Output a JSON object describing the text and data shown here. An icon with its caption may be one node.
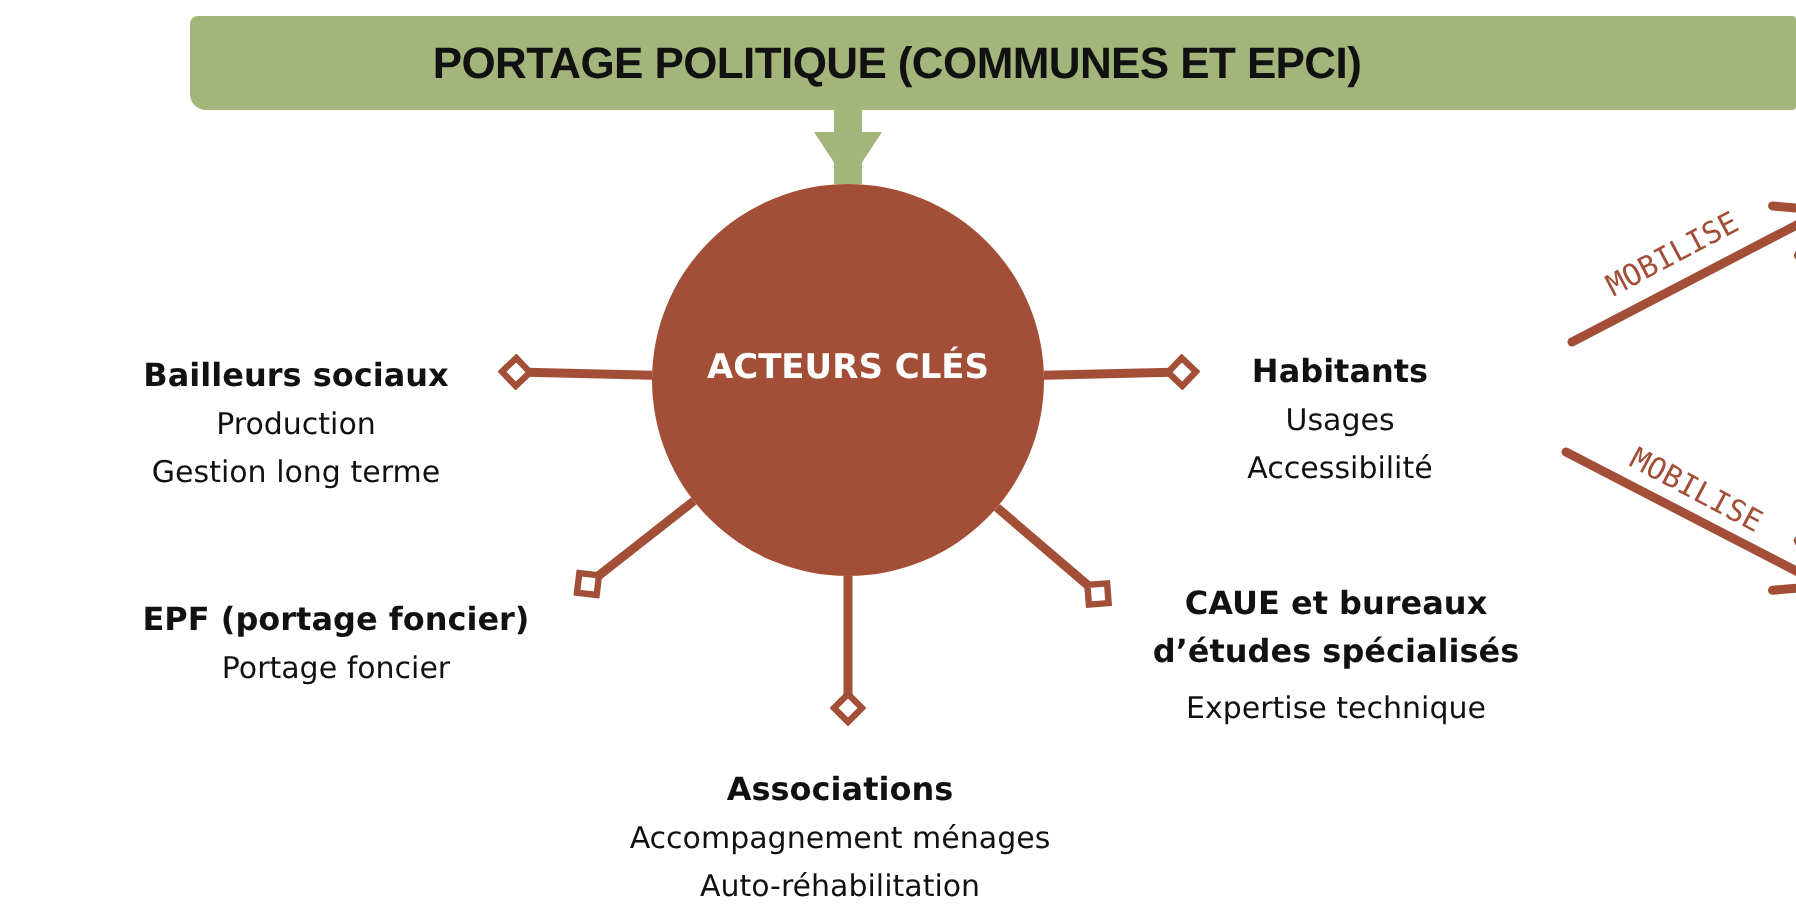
{
  "diagram": {
    "nodes": [
      {
        "text": [
          "PORTAGE POLITIQUE (COMMUNES ET EPCI)"
        ]
      },
      {
        "text": [
          "ACTEURS CLÉS"
        ]
      },
      {
        "text": [
          "Bailleurs sociaux",
          "Production",
          "Gestion long terme"
        ]
      },
      {
        "text": [
          "Habitants",
          "Usages",
          "Accessibilité"
        ]
      },
      {
        "text": [
          "EPF (portage foncier)",
          "Portage foncier"
        ]
      },
      {
        "text": [
          "CAUE et bureaux d’études spécialisés",
          "Expertise technique"
        ]
      },
      {
        "text": [
          "Associations",
          "Accompagnement ménages",
          "Auto-réhabilitation"
        ]
      }
    ],
    "edges": [
      {
        "from": 0,
        "to": 1,
        "arrow": "to",
        "style": "thick",
        "color": "#a3b57b"
      },
      {
        "from": 1,
        "to": 2,
        "arrow": "other"
      },
      {
        "from": 1,
        "to": 3,
        "arrow": "other"
      },
      {
        "from": 1,
        "to": 4,
        "arrow": "other"
      },
      {
        "from": 1,
        "to": 5,
        "arrow": "other"
      },
      {
        "from": 1,
        "to": 6,
        "arrow": "other"
      }
    ],
    "labels": [
      "MOBILISE",
      "MOBILISE"
    ]
  }
}
